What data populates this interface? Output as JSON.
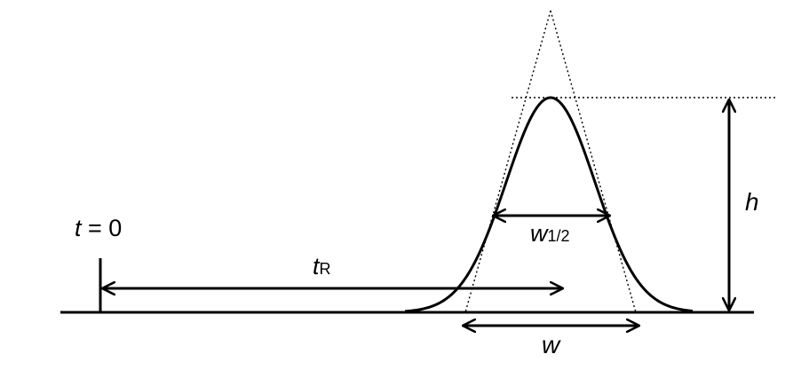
{
  "labels": {
    "t0": {
      "var": "t",
      "rest": " = 0"
    },
    "tR": {
      "var": "t",
      "sub": "R"
    },
    "w_half": {
      "var": "w",
      "sub": "1/2"
    },
    "h": "h",
    "w": "w"
  },
  "colors": {
    "ink": "#000000",
    "background": "#ffffff"
  }
}
